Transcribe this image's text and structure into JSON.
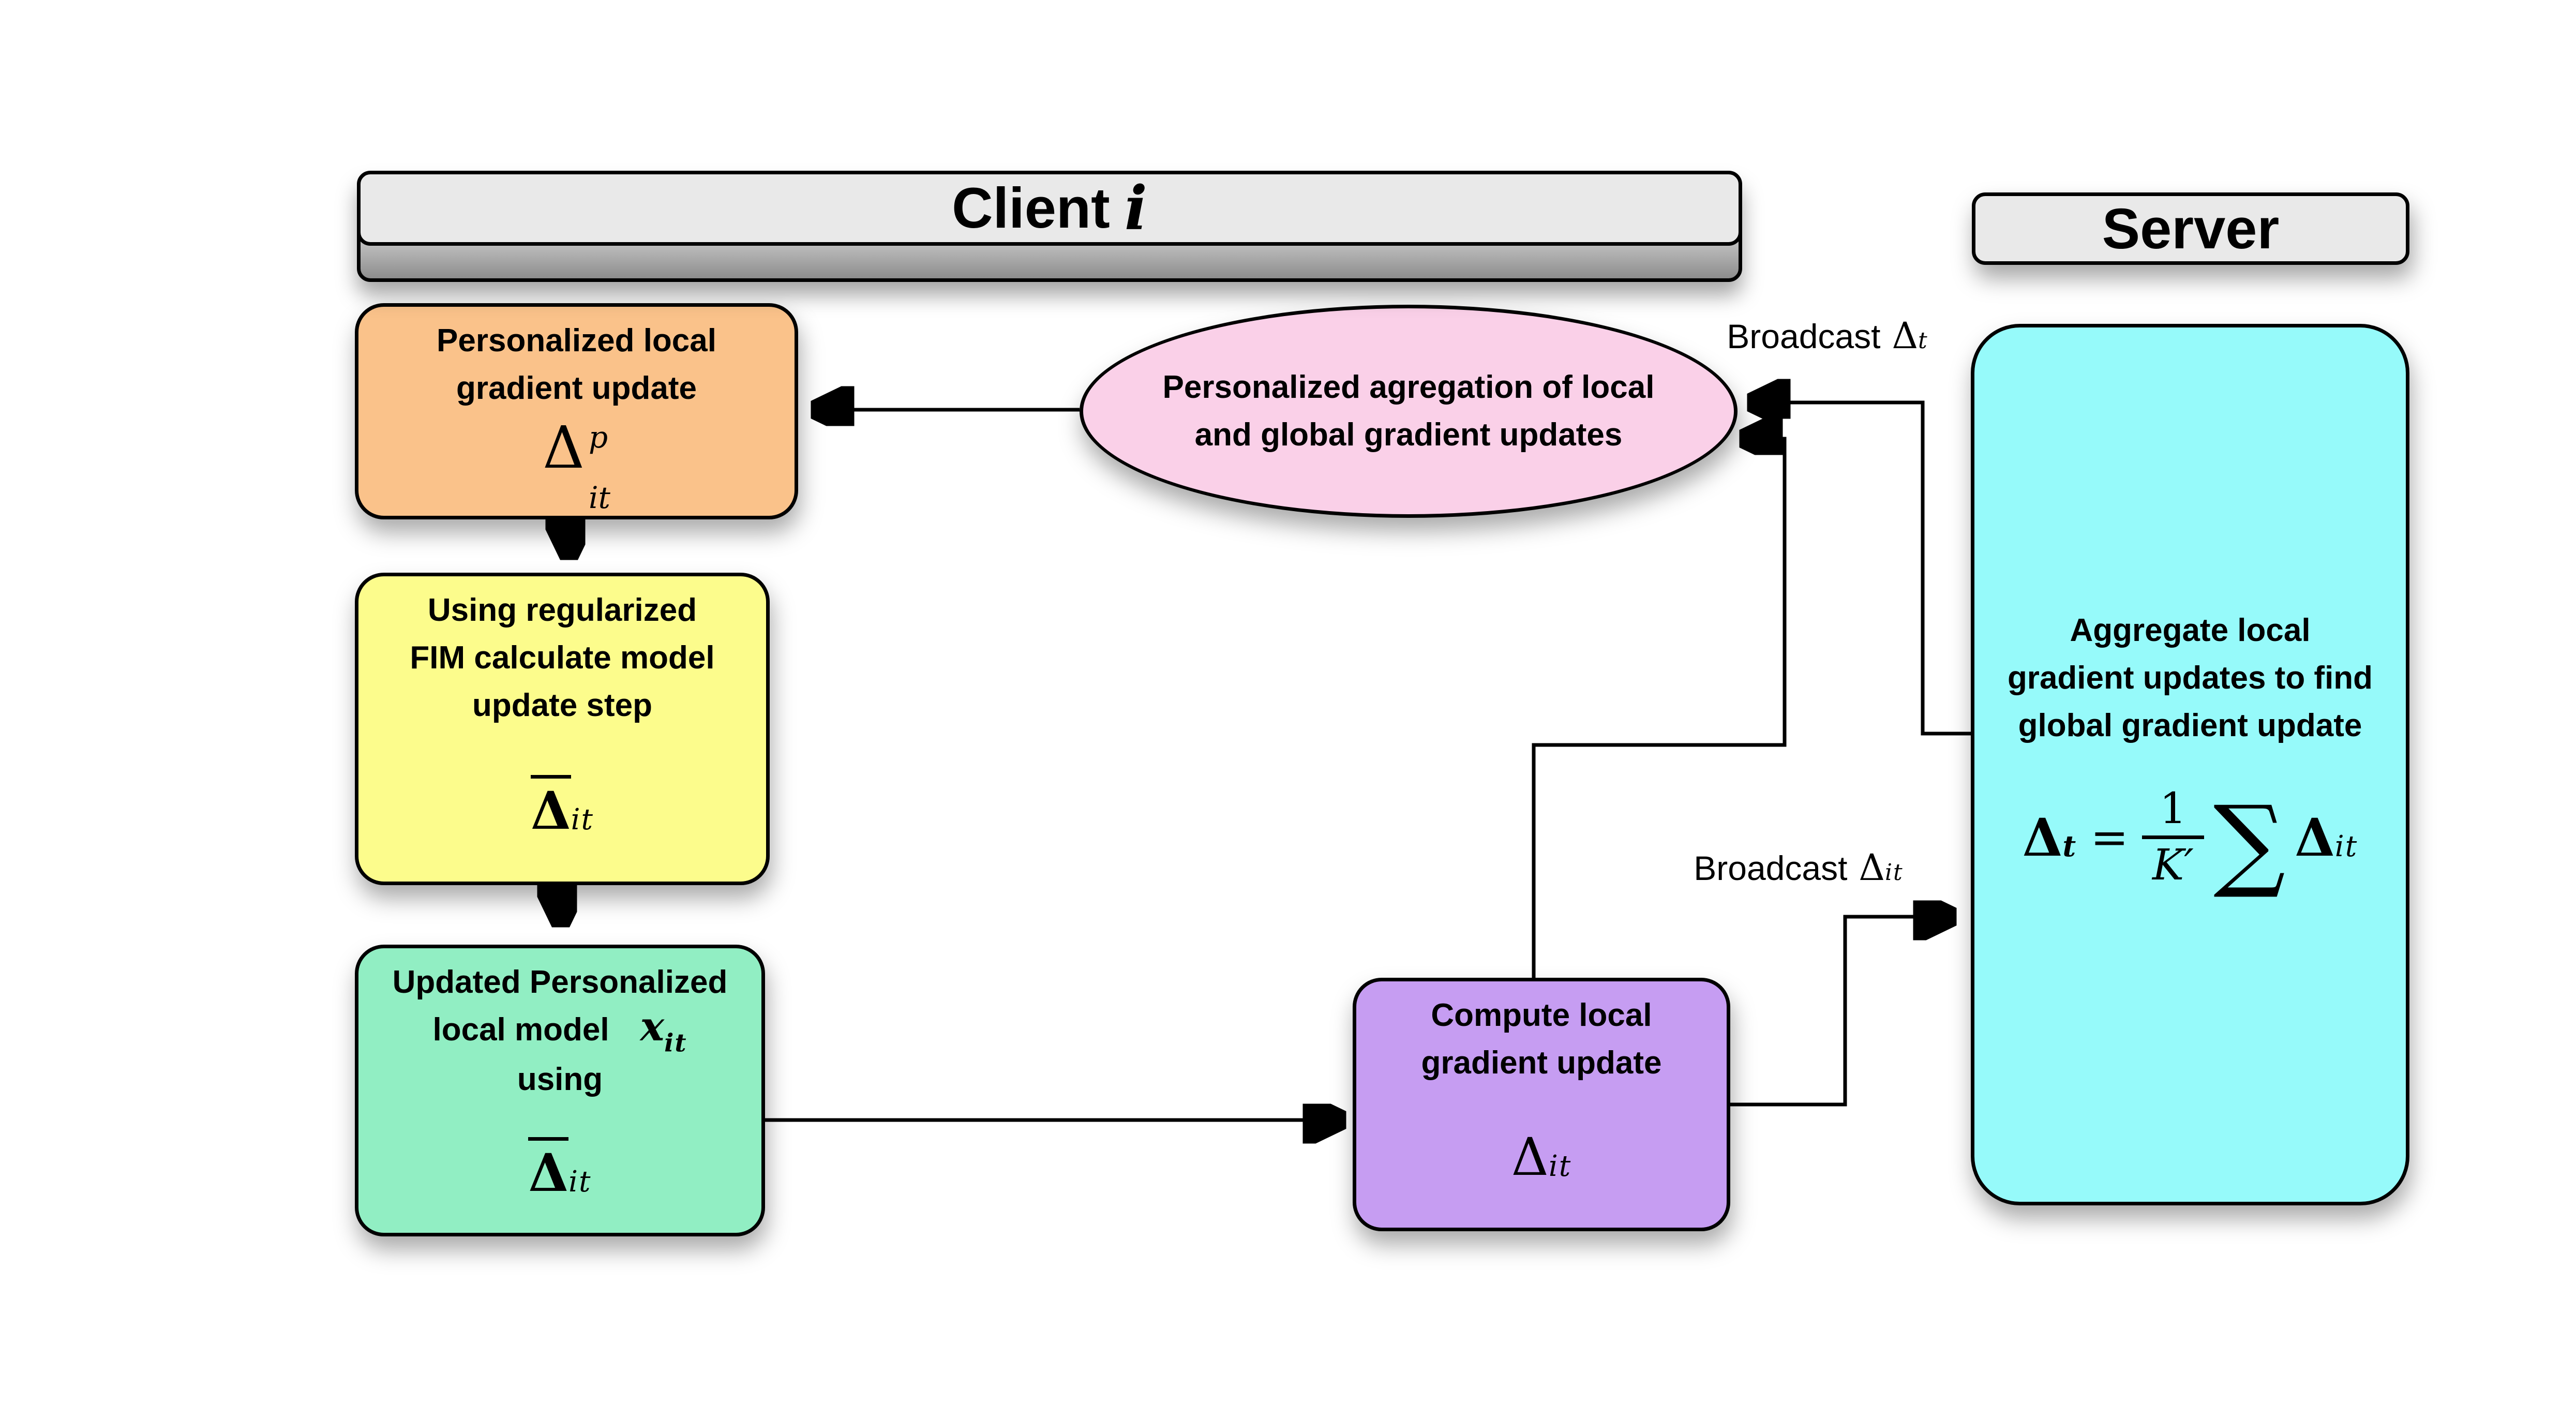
{
  "headers": {
    "client": {
      "text": "Client",
      "math_i": "i"
    },
    "server": {
      "text": "Server"
    }
  },
  "nodes": {
    "orange": {
      "line1": "Personalized local",
      "line2": "gradient update",
      "delta": "Δ",
      "sup": "p",
      "sub": "it"
    },
    "yellow": {
      "line1": "Using regularized",
      "line2": "FIM calculate model",
      "line3": "update step",
      "delta": "Δ",
      "sub": "it"
    },
    "green": {
      "line1": "Updated Personalized",
      "line2": "local model",
      "line2_math_x": "x",
      "line2_math_sub": "it",
      "line3": "using",
      "delta": "Δ",
      "sub": "it"
    },
    "pink_ellipse": {
      "line1": "Personalized agregation of local",
      "line2": "and global gradient updates"
    },
    "purple": {
      "line1": "Compute local",
      "line2": "gradient update",
      "delta": "Δ",
      "sub": "it"
    },
    "cyan_server": {
      "line1": "Aggregate local",
      "line2": "gradient updates to find",
      "line3": "global gradient update",
      "formula": {
        "delta_left": "Δ",
        "sub_left": "t",
        "equals": "=",
        "numerator": "1",
        "denominator": "K′",
        "sum": "∑",
        "delta_right": "Δ",
        "sub_right": "it"
      }
    }
  },
  "edge_labels": {
    "broadcast_t": {
      "text": "Broadcast",
      "delta": "Δ",
      "sub": "t"
    },
    "broadcast_it": {
      "text": "Broadcast",
      "delta": "Δ",
      "sub": "it"
    }
  },
  "colors": {
    "background": "#FFFFFF",
    "border": "#000000",
    "header_gray": "#E9E9E9",
    "orange": "#FAC28A",
    "yellow": "#FCFC8C",
    "green": "#91EEC3",
    "pink": "#FAD0E8",
    "purple": "#C69DF2",
    "cyan": "#96FAFA"
  }
}
